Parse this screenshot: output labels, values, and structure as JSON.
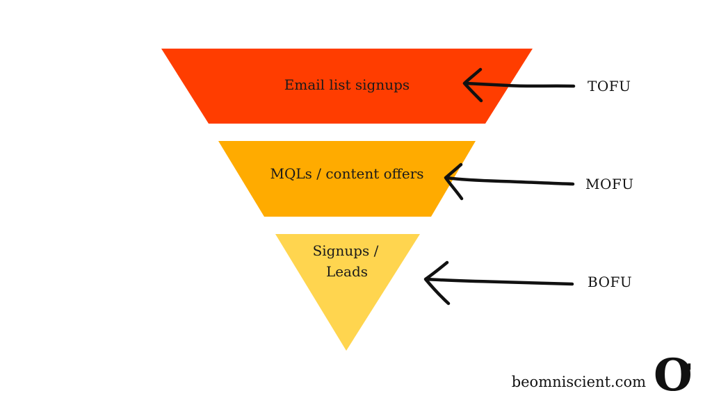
{
  "funnel": {
    "segments": [
      {
        "id": "tofu-segment",
        "label_lines": [
          "Email list signups"
        ],
        "color": "#FF3D00"
      },
      {
        "id": "mofu-segment",
        "label_lines": [
          "MQLs / content offers"
        ],
        "color": "#FFAB00"
      },
      {
        "id": "bofu-segment",
        "label_lines": [
          "Signups /",
          "Leads"
        ],
        "color": "#FFD54F"
      }
    ]
  },
  "stages": {
    "tofu": "TOFU",
    "mofu": "MOFU",
    "bofu": "BOFU"
  },
  "footer": {
    "site": "beomniscient.com",
    "logo_glyph": "O",
    "logo_accent": "'"
  }
}
